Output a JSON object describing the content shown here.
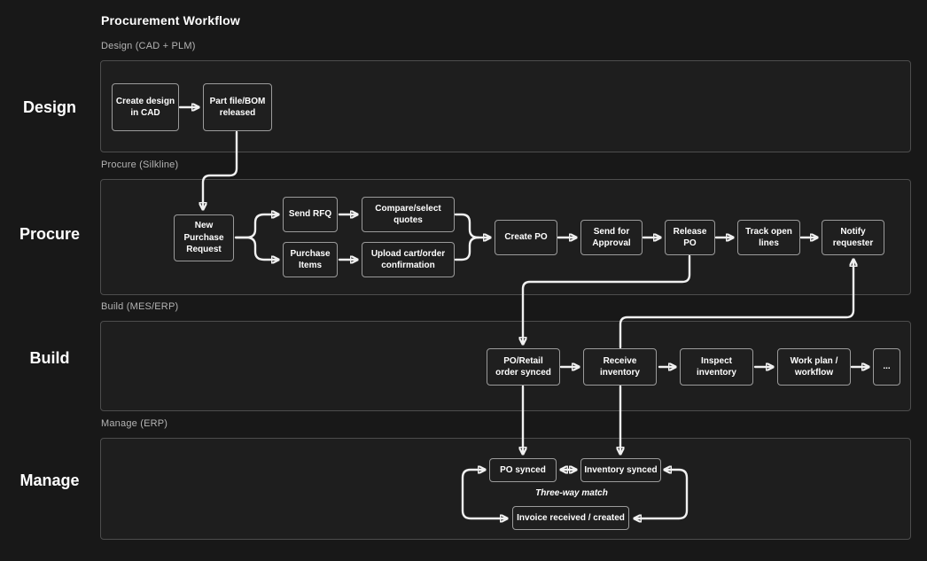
{
  "title": "Procurement Workflow",
  "colors": {
    "background": "#181818",
    "section_fill": "#1e1e1e",
    "section_border": "#4d4d4d",
    "node_fill": "#1f1f1f",
    "node_border": "#9b9b9b",
    "text": "#ffffff",
    "muted_text": "#b4b4b4",
    "arrow": "#f0f0f0"
  },
  "lanes": [
    {
      "label": "Design",
      "section_label": "Design (CAD + PLM)",
      "nodes": [
        {
          "label": "Create design\nin CAD"
        },
        {
          "label": "Part file/BOM\nreleased"
        }
      ]
    },
    {
      "label": "Procure",
      "section_label": "Procure (Silkline)",
      "nodes": [
        {
          "label": "New\nPurchase\nRequest"
        },
        {
          "label": "Send RFQ"
        },
        {
          "label": "Purchase\nItems"
        },
        {
          "label": "Compare/select\nquotes"
        },
        {
          "label": "Upload cart/order\nconfirmation"
        },
        {
          "label": "Create PO"
        },
        {
          "label": "Send for\nApproval"
        },
        {
          "label": "Release\nPO"
        },
        {
          "label": "Track open\nlines"
        },
        {
          "label": "Notify\nrequester"
        }
      ]
    },
    {
      "label": "Build",
      "section_label": "Build (MES/ERP)",
      "nodes": [
        {
          "label": "PO/Retail\norder synced"
        },
        {
          "label": "Receive\ninventory"
        },
        {
          "label": "Inspect\ninventory"
        },
        {
          "label": "Work plan /\nworkflow"
        },
        {
          "label": "..."
        }
      ]
    },
    {
      "label": "Manage",
      "section_label": "Manage (ERP)",
      "annotation": "Three-way match",
      "nodes": [
        {
          "label": "PO synced"
        },
        {
          "label": "Inventory synced"
        },
        {
          "label": "Invoice received / created"
        }
      ]
    }
  ],
  "edges": [
    {
      "from": "Create design in CAD",
      "to": "Part file/BOM released",
      "bidirectional": false
    },
    {
      "from": "Part file/BOM released",
      "to": "New Purchase Request",
      "bidirectional": false
    },
    {
      "from": "New Purchase Request",
      "to": "Send RFQ",
      "bidirectional": false
    },
    {
      "from": "New Purchase Request",
      "to": "Purchase Items",
      "bidirectional": false
    },
    {
      "from": "Send RFQ",
      "to": "Compare/select quotes",
      "bidirectional": false
    },
    {
      "from": "Purchase Items",
      "to": "Upload cart/order confirmation",
      "bidirectional": false
    },
    {
      "from": "Compare/select quotes",
      "to": "Create PO",
      "bidirectional": false
    },
    {
      "from": "Upload cart/order confirmation",
      "to": "Create PO",
      "bidirectional": false
    },
    {
      "from": "Create PO",
      "to": "Send for Approval",
      "bidirectional": false
    },
    {
      "from": "Send for Approval",
      "to": "Release PO",
      "bidirectional": false
    },
    {
      "from": "Release PO",
      "to": "Track open lines",
      "bidirectional": false
    },
    {
      "from": "Track open lines",
      "to": "Notify requester",
      "bidirectional": false
    },
    {
      "from": "Release PO",
      "to": "PO/Retail order synced",
      "bidirectional": false
    },
    {
      "from": "PO/Retail order synced",
      "to": "Receive inventory",
      "bidirectional": false
    },
    {
      "from": "Receive inventory",
      "to": "Notify requester",
      "bidirectional": false
    },
    {
      "from": "Receive inventory",
      "to": "Inspect inventory",
      "bidirectional": false
    },
    {
      "from": "Inspect inventory",
      "to": "Work plan / workflow",
      "bidirectional": false
    },
    {
      "from": "Work plan / workflow",
      "to": "...",
      "bidirectional": false
    },
    {
      "from": "PO/Retail order synced",
      "to": "PO synced",
      "bidirectional": false
    },
    {
      "from": "Receive inventory",
      "to": "Inventory synced",
      "bidirectional": false
    },
    {
      "from": "PO synced",
      "to": "Inventory synced",
      "bidirectional": true
    },
    {
      "from": "PO synced",
      "to": "Invoice received / created",
      "bidirectional": true
    },
    {
      "from": "Inventory synced",
      "to": "Invoice received / created",
      "bidirectional": true
    }
  ]
}
